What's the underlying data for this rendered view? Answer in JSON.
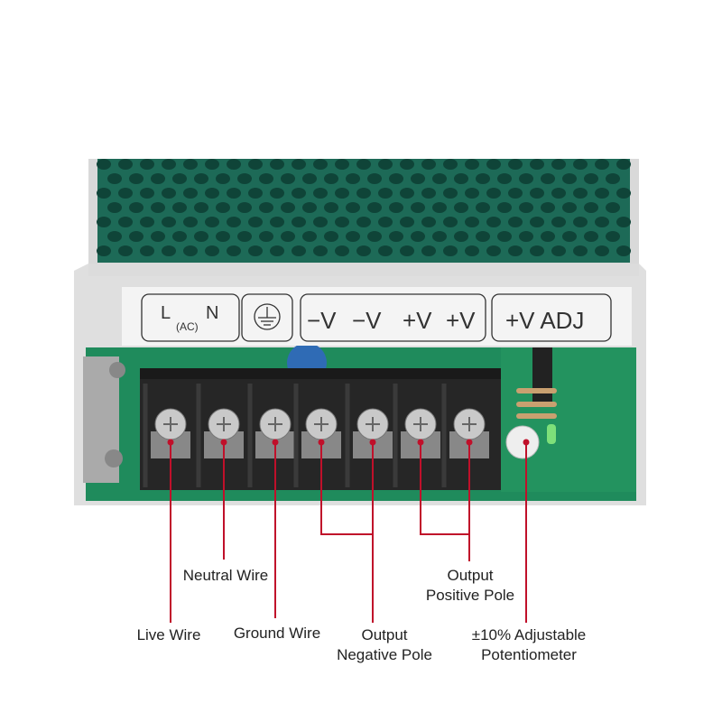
{
  "panel": {
    "l": "L",
    "n": "N",
    "ac": "(AC)",
    "neg1": "−V",
    "neg2": "−V",
    "pos1": "+V",
    "pos2": "+V",
    "adj": "+V ADJ"
  },
  "callouts": {
    "live": "Live Wire",
    "neutral": "Neutral Wire",
    "ground": "Ground Wire",
    "negative_1": "Output",
    "negative_2": "Negative Pole",
    "positive_1": "Output",
    "positive_2": "Positive Pole",
    "pot_1": "±10% Adjustable",
    "pot_2": "Potentiometer"
  },
  "colors": {
    "callout_line": "#c0102a",
    "pcb": "#1e8a5a",
    "terminal": "#222222",
    "case": "#d8d8d8"
  }
}
